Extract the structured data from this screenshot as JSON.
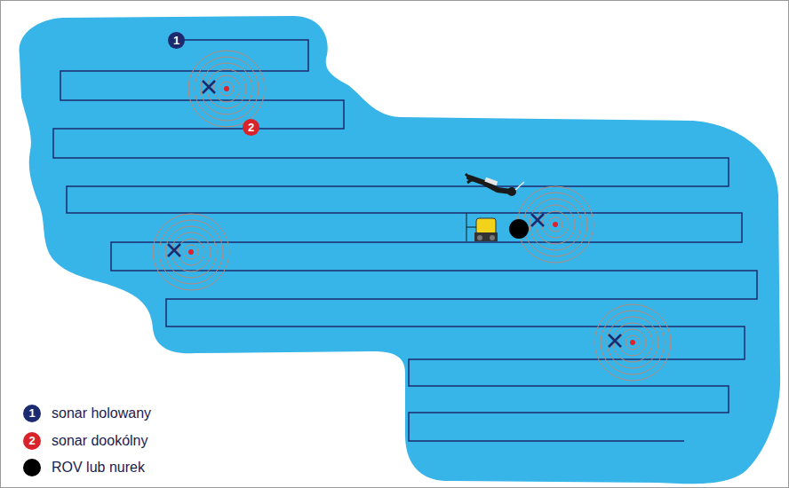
{
  "diagram": {
    "labels": [
      "1",
      "2",
      "1",
      "2"
    ],
    "legend": [
      {
        "text": "sonar holowany",
        "color": "#1c2a6e"
      },
      {
        "text": "sonar dookólny",
        "color": "#d9232a"
      },
      {
        "text": "ROV lub nurek",
        "color": "#000000"
      }
    ]
  }
}
